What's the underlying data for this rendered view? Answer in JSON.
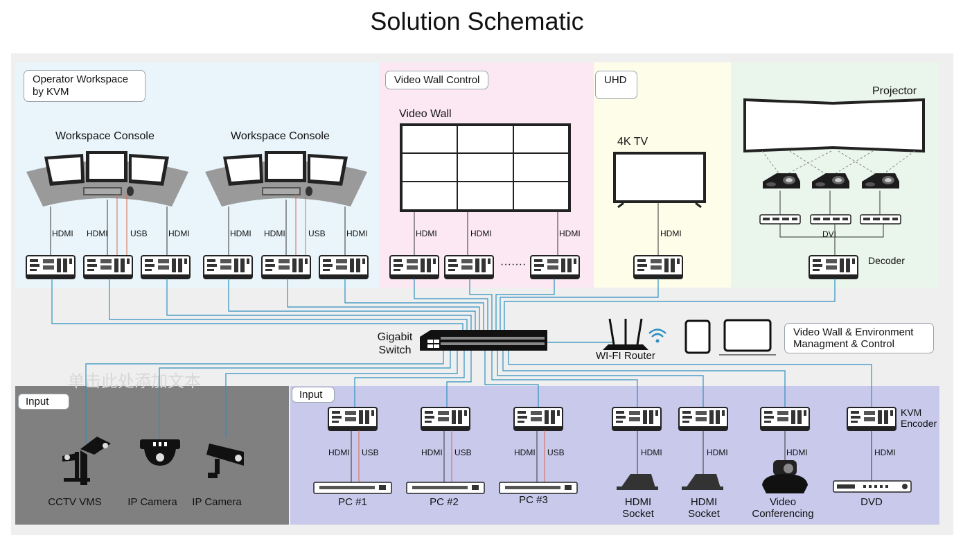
{
  "title": "Solution Schematic",
  "zones": {
    "operator": "Operator Workspace by KVM",
    "videowall_control": "Video Wall Control",
    "uhd": "UHD",
    "input_left": "Input",
    "input_right": "Input"
  },
  "labels": {
    "console1": "Workspace Console",
    "console2": "Workspace Console",
    "video_wall": "Video Wall",
    "tv": "4K TV",
    "projector": "Projector",
    "decoder": "Decoder",
    "dvi": "DVI",
    "switch": "Gigabit Switch",
    "router": "WI-FI Router",
    "mgmt": "Video Wall & Environment Managment & Control",
    "kvm_encoder": "KVM Encoder",
    "dots": "·······",
    "watermark": "单击此处添加文本"
  },
  "cables": {
    "hdmi": "HDMI",
    "usb": "USB"
  },
  "inputs_left": [
    "CCTV VMS",
    "IP Camera",
    "IP Camera"
  ],
  "inputs_right": [
    "PC #1",
    "PC #2",
    "PC #3",
    "HDMI Socket",
    "HDMI Socket",
    "Video Conferencing",
    "DVD"
  ],
  "colors": {
    "operator_bg": "#e9f5fb",
    "videowall_bg": "#fbe8f2",
    "uhd_bg": "#fdfdea",
    "projector_bg": "#eaf5ec",
    "input_left_bg": "#808080",
    "input_right_bg": "#c9c9ec",
    "cable_blue": "#2e8fbf",
    "usb_red": "#d9664a"
  }
}
